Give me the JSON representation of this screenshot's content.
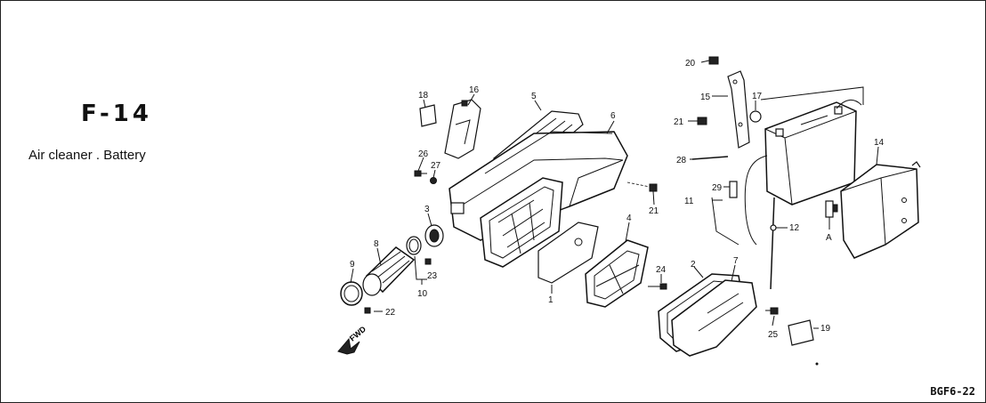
{
  "header": {
    "section_code": "F-14",
    "section_title": "Air cleaner . Battery",
    "ref_code": "BGF6-22"
  },
  "diagram": {
    "fwd_label": "FWD",
    "callouts": [
      {
        "id": "1",
        "label": "1"
      },
      {
        "id": "2",
        "label": "2"
      },
      {
        "id": "3",
        "label": "3"
      },
      {
        "id": "4",
        "label": "4"
      },
      {
        "id": "5",
        "label": "5"
      },
      {
        "id": "6",
        "label": "6"
      },
      {
        "id": "7",
        "label": "7"
      },
      {
        "id": "8",
        "label": "8"
      },
      {
        "id": "9",
        "label": "9"
      },
      {
        "id": "10",
        "label": "10"
      },
      {
        "id": "11",
        "label": "11"
      },
      {
        "id": "12",
        "label": "12"
      },
      {
        "id": "14",
        "label": "14"
      },
      {
        "id": "15",
        "label": "15"
      },
      {
        "id": "16",
        "label": "16"
      },
      {
        "id": "17",
        "label": "17"
      },
      {
        "id": "18",
        "label": "18"
      },
      {
        "id": "19",
        "label": "19"
      },
      {
        "id": "20",
        "label": "20"
      },
      {
        "id": "21a",
        "label": "21"
      },
      {
        "id": "21b",
        "label": "21"
      },
      {
        "id": "22",
        "label": "22"
      },
      {
        "id": "23",
        "label": "23"
      },
      {
        "id": "24",
        "label": "24"
      },
      {
        "id": "25",
        "label": "25"
      },
      {
        "id": "26",
        "label": "26"
      },
      {
        "id": "27",
        "label": "27"
      },
      {
        "id": "28",
        "label": "28"
      },
      {
        "id": "29",
        "label": "29"
      },
      {
        "id": "A",
        "label": "A"
      }
    ]
  }
}
